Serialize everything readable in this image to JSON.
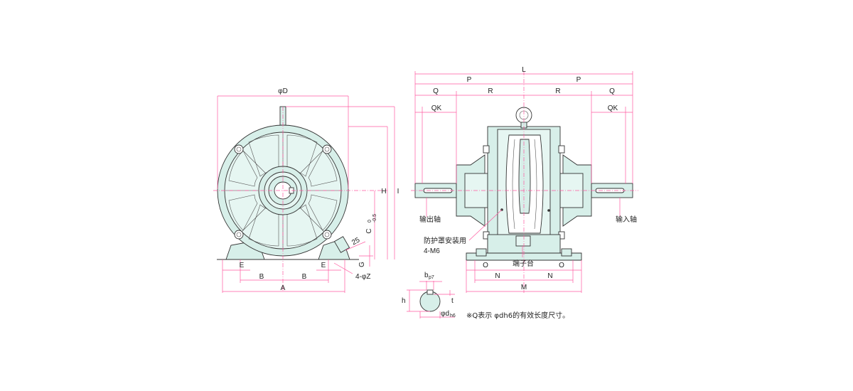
{
  "front_view": {
    "dim_phiD": "φD",
    "dim_A": "A",
    "dim_B_left": "B",
    "dim_B_right": "B",
    "dim_E_left": "E",
    "dim_E_right": "E",
    "dim_H": "H",
    "dim_I": "I",
    "dim_C": "C",
    "dim_C_tol_upper": "0",
    "dim_C_tol_lower": "-0.5",
    "dim_G": "G",
    "dim_25": "25",
    "dim_4phiZ": "4-φZ"
  },
  "side_view": {
    "dim_L": "L",
    "dim_P_left": "P",
    "dim_P_right": "P",
    "dim_Q_left": "Q",
    "dim_Q_right": "Q",
    "dim_R_left": "R",
    "dim_R_right": "R",
    "dim_QK_left": "QK",
    "dim_QK_right": "QK",
    "dim_O_left": "O",
    "dim_O_right": "O",
    "dim_N_left": "N",
    "dim_N_right": "N",
    "dim_M": "M",
    "label_output_shaft": "输出轴",
    "label_input_shaft": "输入轴",
    "label_guard_mount": "防护罩安装用",
    "label_4M6": "4-M6",
    "label_terminal": "端子台"
  },
  "shaft_detail": {
    "dim_b": "b",
    "dim_b_sub": "p7",
    "dim_h": "h",
    "dim_t": "t",
    "dim_d": "φd",
    "dim_d_sub": "h6"
  },
  "footnote": "※Q表示 φdh6的有效长度尺寸。"
}
